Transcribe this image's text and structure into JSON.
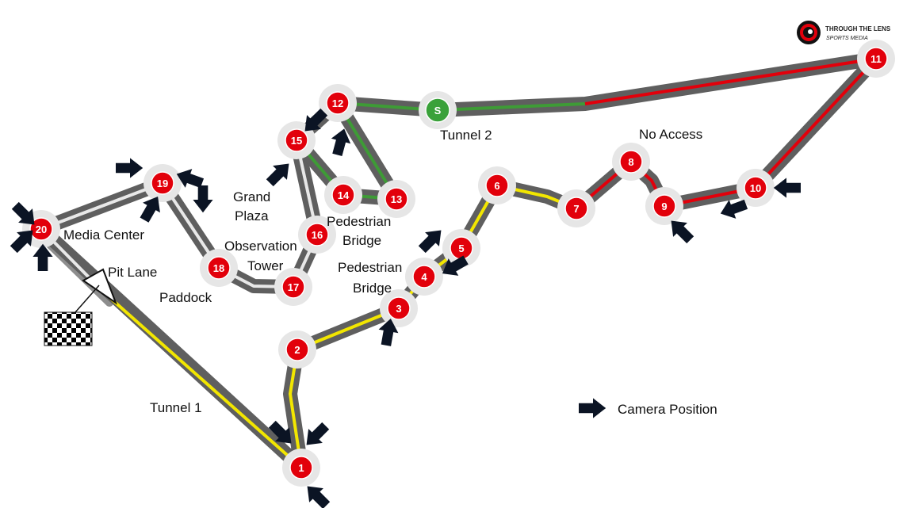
{
  "logo": {
    "line1": "THROUGH THE LENS",
    "line2": "SPORTS MEDIA"
  },
  "turns": [
    "1",
    "2",
    "3",
    "4",
    "5",
    "6",
    "7",
    "8",
    "9",
    "10",
    "11",
    "12",
    "13",
    "14",
    "15",
    "16",
    "17",
    "18",
    "19",
    "20"
  ],
  "start_marker": "S",
  "labels": {
    "pit_lane": "Pit Lane",
    "media_center": "Media Center",
    "paddock": "Paddock",
    "grand_plaza_1": "Grand",
    "grand_plaza_2": "Plaza",
    "observation_tower_1": "Observation",
    "observation_tower_2": "Tower",
    "ped_bridge_a_1": "Pedestrian",
    "ped_bridge_a_2": "Bridge",
    "ped_bridge_b_1": "Pedestrian",
    "ped_bridge_b_2": "Bridge",
    "tunnel_1": "Tunnel 1",
    "tunnel_2": "Tunnel 2",
    "no_access": "No Access"
  },
  "legend": {
    "camera_position": "Camera Position"
  },
  "colors": {
    "track": "#5f5f5f",
    "halo": "#e6e6e6",
    "yellow_sector": "#f2e600",
    "red_sector": "#e2000b",
    "green_sector": "#3e9b36",
    "white_sector": "#e8e8e8",
    "turn_marker": "#e2000b",
    "start_marker": "#3aa13a",
    "camera_arrow": "#0b1424"
  }
}
